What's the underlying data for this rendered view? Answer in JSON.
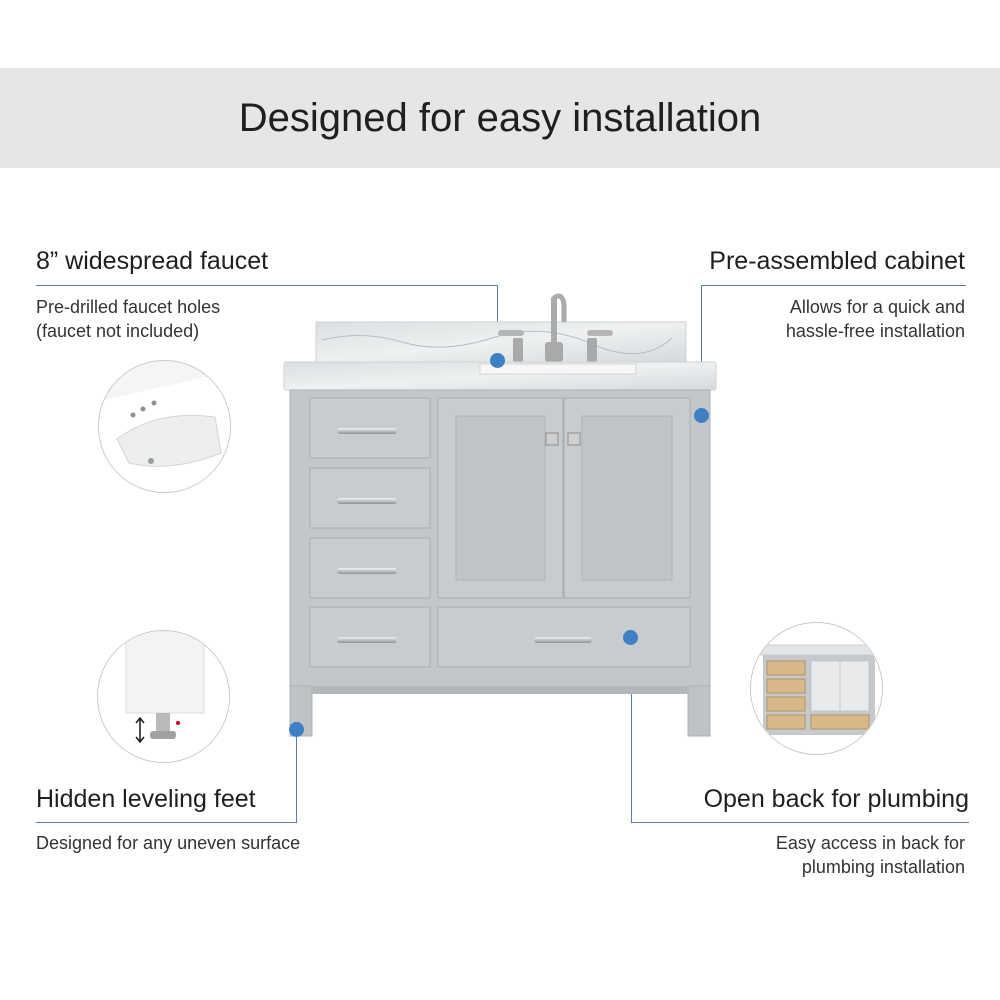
{
  "banner": {
    "title": "Designed for easy installation"
  },
  "features": {
    "faucet": {
      "title": "8” widespread faucet",
      "desc_line1": "Pre-drilled faucet holes",
      "desc_line2": "(faucet not included)"
    },
    "cabinet": {
      "title": "Pre-assembled cabinet",
      "desc_line1": "Allows for  a quick and",
      "desc_line2": "hassle-free installation"
    },
    "feet": {
      "title": "Hidden leveling feet",
      "desc_line1": "Designed for any uneven surface"
    },
    "plumbing": {
      "title": "Open back for plumbing",
      "desc_line1": "Easy access in back for",
      "desc_line2": "plumbing installation"
    }
  },
  "colors": {
    "banner_bg": "#e6e6e6",
    "accent_dot": "#3f7fc6",
    "leader_line": "#5b7fa6",
    "cabinet_gray": "#c4c8cb",
    "marble_top": "#eceeef"
  },
  "icons": {
    "detail_faucet": "sink-closeup-image",
    "detail_feet": "leveling-foot-image",
    "detail_back": "cabinet-back-image",
    "product": "bathroom-vanity-image"
  }
}
